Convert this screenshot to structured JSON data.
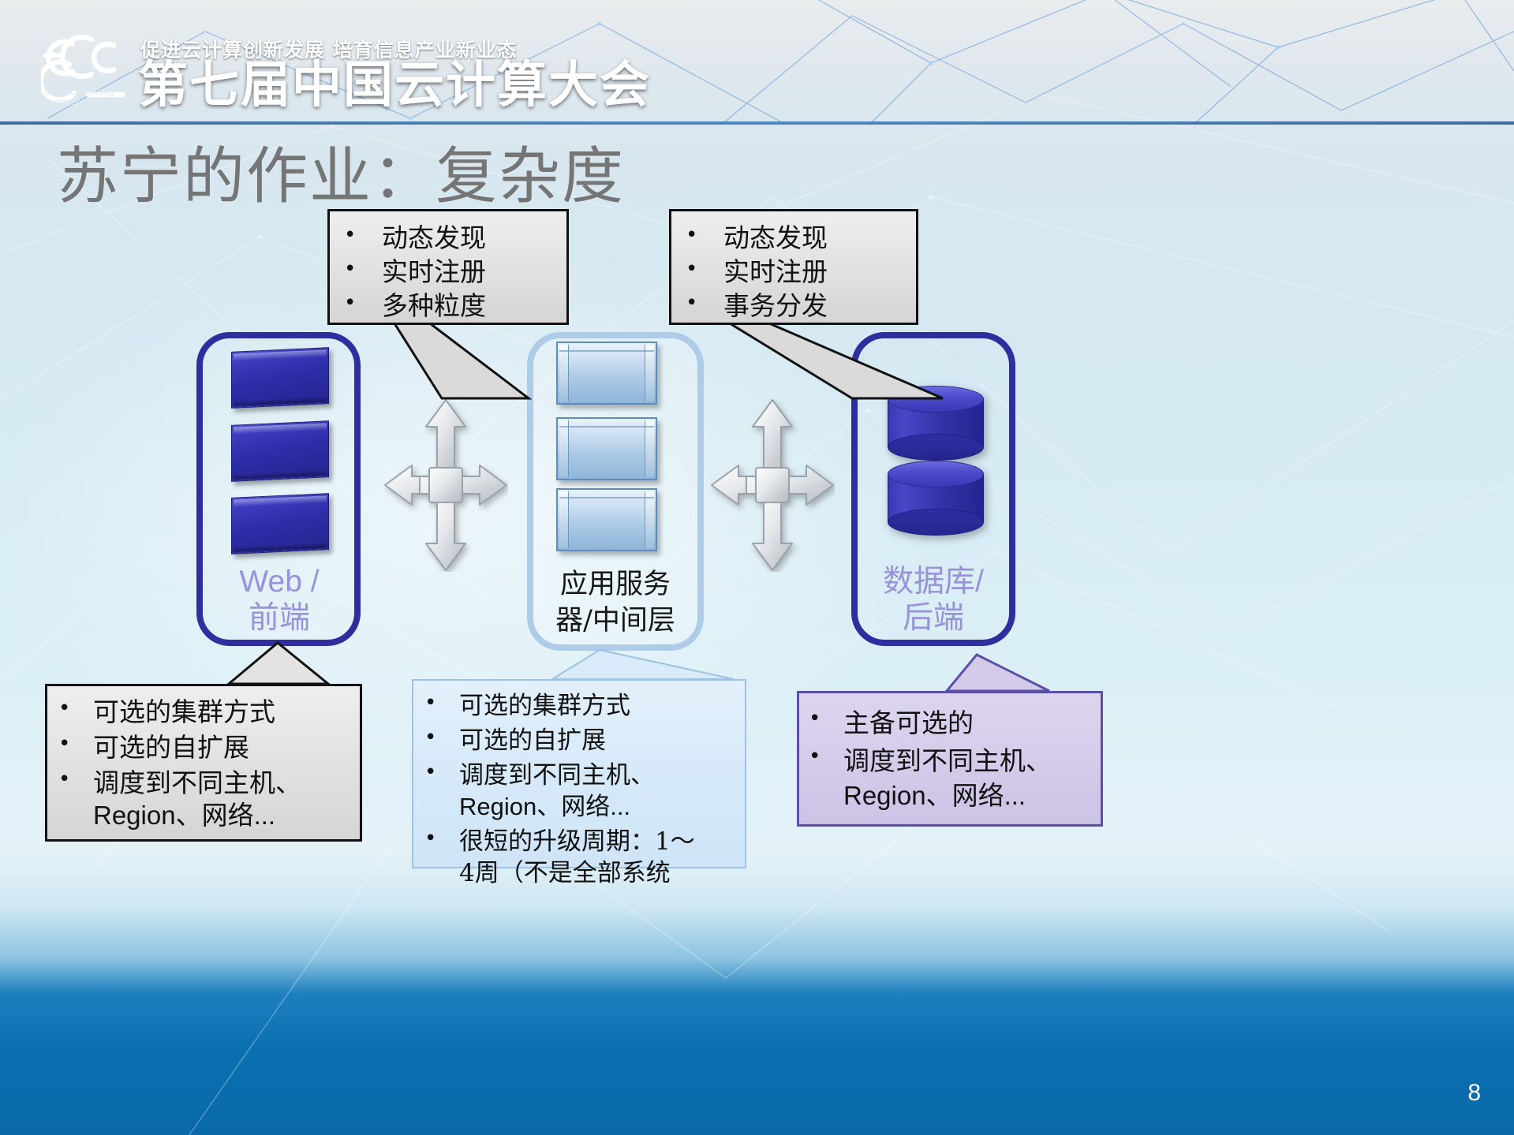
{
  "banner": {
    "logo_letters": "CCCc",
    "logo_subtitle_line1": "The 7th China",
    "logo_subtitle_line2": "Cloud Computing",
    "logo_subtitle_line3": "Conference",
    "tagline": "促进云计算创新发展  培育信息产业新业态",
    "title": "第七届中国云计算大会"
  },
  "slide": {
    "title": "苏宁的作业：复杂度",
    "page_number": "8"
  },
  "columns": [
    {
      "id": "web",
      "label_line1": "Web /",
      "label_line2": "前端"
    },
    {
      "id": "app",
      "label_line1": "应用服务",
      "label_line2": "器/中间层"
    },
    {
      "id": "db",
      "label_line1": "数据库/",
      "label_line2": "后端"
    }
  ],
  "callouts": {
    "top_left": {
      "bullet_char": "•",
      "items": [
        "动态发现",
        "实时注册",
        "多种粒度"
      ]
    },
    "top_right": {
      "bullet_char": "•",
      "items": [
        "动态发现",
        "实时注册",
        "事务分发"
      ]
    },
    "bottom_left": {
      "bullet_char": "•",
      "items": [
        "可选的集群方式",
        "可选的自扩展",
        "调度到不同主机、",
        "Region、网络..."
      ]
    },
    "bottom_middle": {
      "bullet_char": "•",
      "items": [
        "可选的集群方式",
        "可选的自扩展",
        "调度到不同主机、",
        "Region、网络...",
        "很短的升级周期：1～",
        "4周（不是全部系统"
      ]
    },
    "bottom_right": {
      "bullet_char": "•",
      "items": [
        "主备可选的",
        "调度到不同主机、",
        "Region、网络..."
      ]
    }
  },
  "colors": {
    "banner_dark": "#0c2143",
    "title_gray": "#757575",
    "web_border": "#2e2e9e",
    "app_border": "#aecbe8",
    "db_border": "#2e2e9e",
    "label_purple": "#9a92d6",
    "callout_gray": "#e3e3e3",
    "callout_blue": "#d5e9f9",
    "callout_purple": "#d4cbea",
    "block_blue": "#2d2da8",
    "footer_blue": "#0b6fb0"
  }
}
